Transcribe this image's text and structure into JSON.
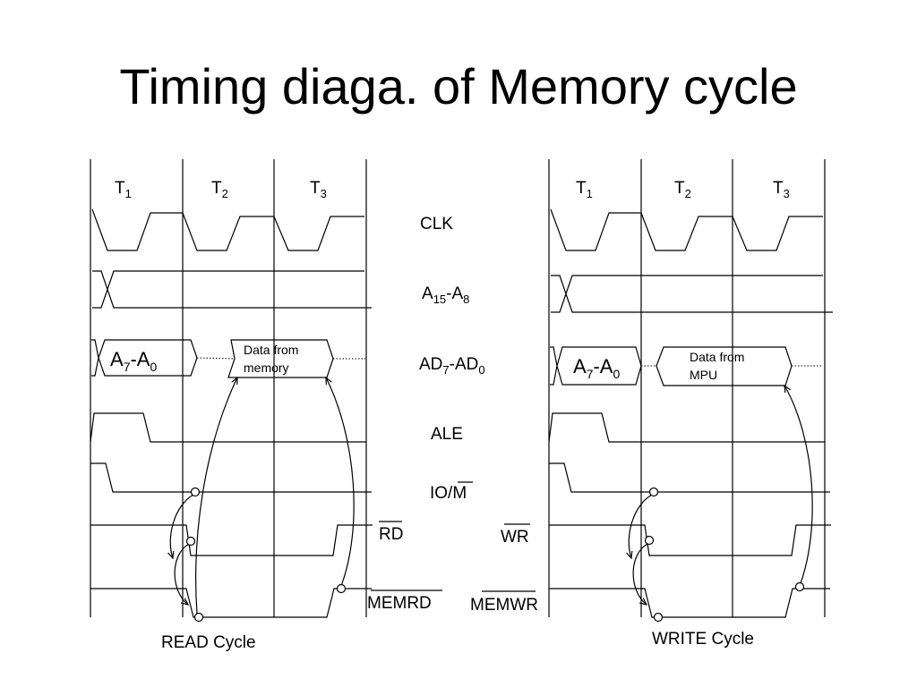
{
  "title": "Timing diaga. of Memory cycle",
  "read": {
    "states": [
      {
        "base": "T",
        "sub": "1"
      },
      {
        "base": "T",
        "sub": "2"
      },
      {
        "base": "T",
        "sub": "3"
      }
    ],
    "addr_low": {
      "a": "A",
      "s1": "7",
      "mid": "-A",
      "s2": "0"
    },
    "data_line1": "Data from",
    "data_line2": "memory",
    "caption": "READ Cycle"
  },
  "write": {
    "states": [
      {
        "base": "T",
        "sub": "1"
      },
      {
        "base": "T",
        "sub": "2"
      },
      {
        "base": "T",
        "sub": "3"
      }
    ],
    "addr_low": {
      "a": "A",
      "s1": "7",
      "mid": "-A",
      "s2": "0"
    },
    "data_line1": "Data from",
    "data_line2": "MPU",
    "caption": "WRITE Cycle"
  },
  "signals": {
    "clk": "CLK",
    "a15_a8": {
      "a": "A",
      "s1": "15",
      "mid": "-A",
      "s2": "8"
    },
    "ad7_ad0": {
      "a": "AD",
      "s1": "7",
      "mid": "-AD",
      "s2": "0"
    },
    "ale": "ALE",
    "io_m": {
      "pre": "IO/",
      "bar": "M"
    },
    "rd": "RD",
    "wr": "WR",
    "memrd": "MEMRD",
    "memwr": "MEMWR"
  }
}
